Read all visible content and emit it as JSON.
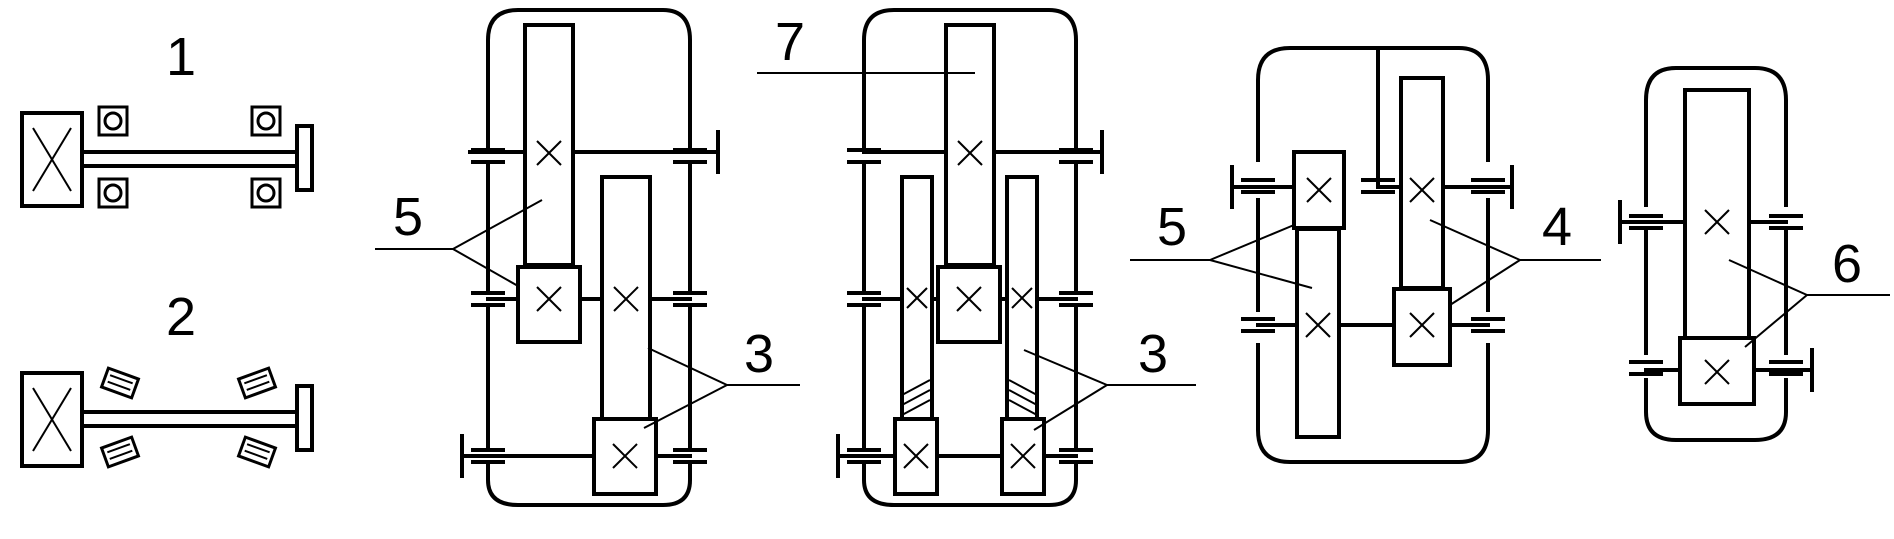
{
  "labels": {
    "l1": "1",
    "l2": "2",
    "l3a": "3",
    "l3b": "3",
    "l4": "4",
    "l5a": "5",
    "l5b": "5",
    "l6": "6",
    "l7": "7"
  },
  "line_color": "#000000",
  "background": "#ffffff"
}
